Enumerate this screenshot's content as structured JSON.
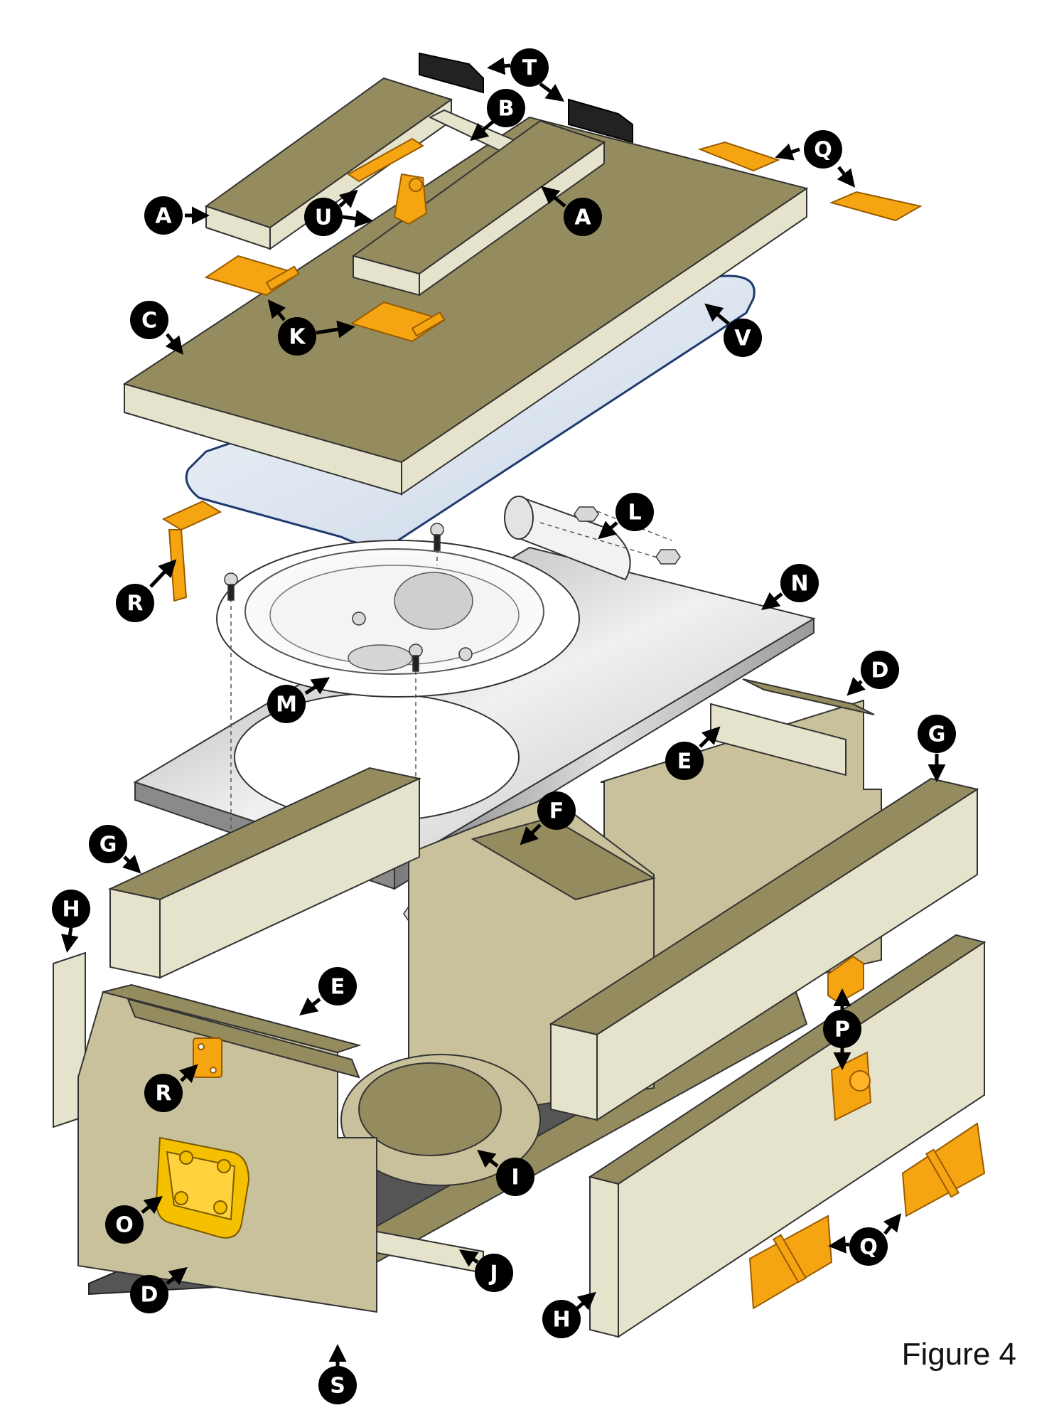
{
  "caption": "Figure 4",
  "colors": {
    "wood_top": "#948c5e",
    "wood_side": "#e6e3cc",
    "wood_front": "#c8c19b",
    "hardware": "#f5a512",
    "metal": "#c9c9c9",
    "gasket": "#dde6f0",
    "rubber": "#222222",
    "floor": "#555555",
    "callout": "#000000"
  },
  "labels": [
    {
      "id": "T1",
      "letter": "T"
    },
    {
      "id": "B1",
      "letter": "B"
    },
    {
      "id": "Q1",
      "letter": "Q"
    },
    {
      "id": "A1",
      "letter": "A"
    },
    {
      "id": "U1",
      "letter": "U"
    },
    {
      "id": "A2",
      "letter": "A"
    },
    {
      "id": "C1",
      "letter": "C"
    },
    {
      "id": "K1",
      "letter": "K"
    },
    {
      "id": "V1",
      "letter": "V"
    },
    {
      "id": "L1",
      "letter": "L"
    },
    {
      "id": "R1",
      "letter": "R"
    },
    {
      "id": "N1",
      "letter": "N"
    },
    {
      "id": "M1",
      "letter": "M"
    },
    {
      "id": "D1",
      "letter": "D"
    },
    {
      "id": "G1",
      "letter": "G"
    },
    {
      "id": "E1",
      "letter": "E"
    },
    {
      "id": "F1",
      "letter": "F"
    },
    {
      "id": "G2",
      "letter": "G"
    },
    {
      "id": "H1",
      "letter": "H"
    },
    {
      "id": "E2",
      "letter": "E"
    },
    {
      "id": "P1",
      "letter": "P"
    },
    {
      "id": "R2",
      "letter": "R"
    },
    {
      "id": "I1",
      "letter": "I"
    },
    {
      "id": "O1",
      "letter": "O"
    },
    {
      "id": "Q2",
      "letter": "Q"
    },
    {
      "id": "J1",
      "letter": "J"
    },
    {
      "id": "D2",
      "letter": "D"
    },
    {
      "id": "H2",
      "letter": "H"
    },
    {
      "id": "S1",
      "letter": "S"
    }
  ]
}
